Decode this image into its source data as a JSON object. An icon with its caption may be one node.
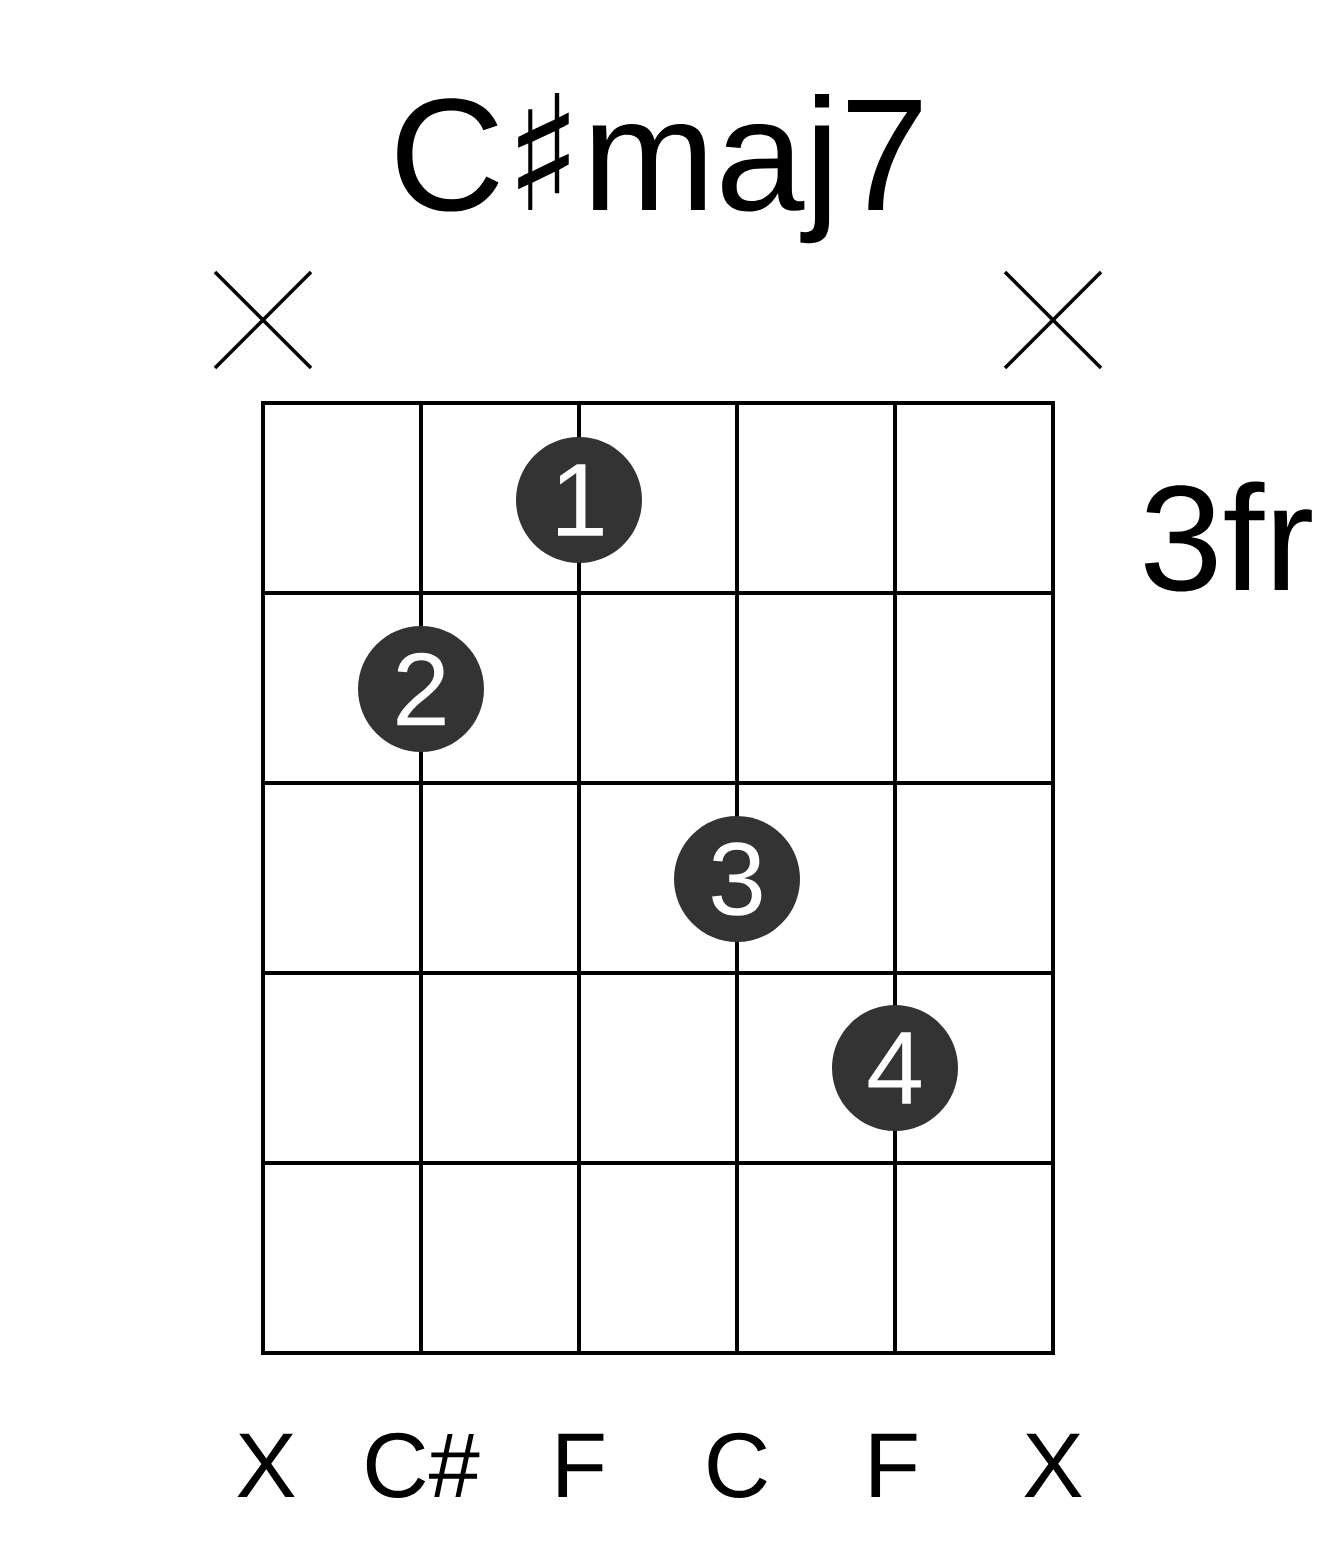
{
  "diagram": {
    "title": "C♯maj7",
    "nodes": [
      {
        "text": [
          "1"
        ]
      },
      {
        "text": [
          "2"
        ]
      },
      {
        "text": [
          "3"
        ]
      },
      {
        "text": [
          "4"
        ]
      }
    ],
    "labels": [
      "3fr",
      "X",
      "C#",
      "F",
      "C",
      "F",
      "X"
    ]
  }
}
